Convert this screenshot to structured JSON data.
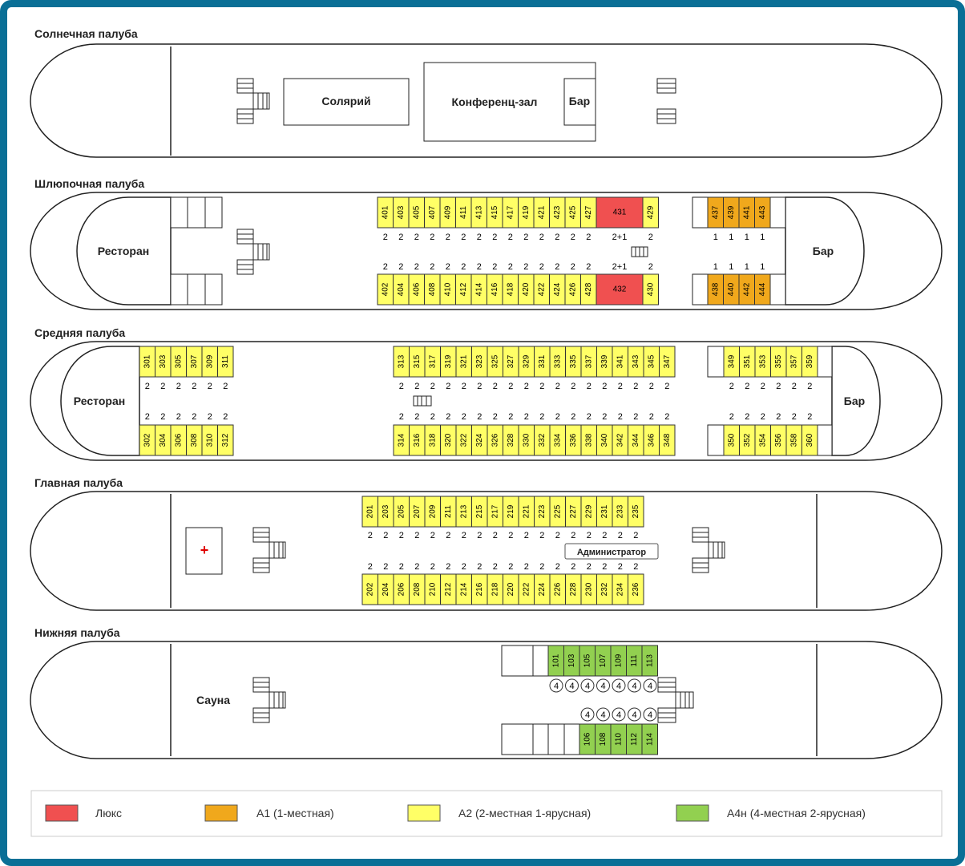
{
  "colors": {
    "lux": "#f05050",
    "a1": "#f0a81c",
    "a2": "#ffff66",
    "a4": "#92d050",
    "frame": "#0a6f96"
  },
  "decks": {
    "sun": {
      "title": "Солнечная палуба",
      "solarium": "Солярий",
      "conference": "Конференц-зал",
      "bar": "Бар"
    },
    "boat": {
      "title": "Шлюпочная палуба",
      "restaurant": "Ресторан",
      "bar": "Бар",
      "top": [
        "401",
        "403",
        "405",
        "407",
        "409",
        "411",
        "413",
        "415",
        "417",
        "419",
        "421",
        "423",
        "425",
        "427"
      ],
      "bottom": [
        "402",
        "404",
        "406",
        "408",
        "410",
        "412",
        "414",
        "416",
        "418",
        "420",
        "422",
        "424",
        "426",
        "428"
      ],
      "lux_top": "431",
      "lux_bottom": "432",
      "end_top": "429",
      "end_bottom": "430",
      "a1_top": [
        "437",
        "439",
        "441",
        "443"
      ],
      "a1_bottom": [
        "438",
        "440",
        "442",
        "444"
      ],
      "cap_two": "2",
      "cap_lux": "2+1",
      "cap_one": "1"
    },
    "middle": {
      "title": "Средняя палуба",
      "restaurant": "Ресторан",
      "bar": "Бар",
      "fwd_top": [
        "301",
        "303",
        "305",
        "307",
        "309",
        "311"
      ],
      "fwd_bottom": [
        "302",
        "304",
        "306",
        "308",
        "310",
        "312"
      ],
      "mid_top": [
        "313",
        "315",
        "317",
        "319",
        "321",
        "323",
        "325",
        "327",
        "329",
        "331",
        "333",
        "335",
        "337",
        "339",
        "341",
        "343",
        "345",
        "347"
      ],
      "mid_bottom": [
        "314",
        "316",
        "318",
        "320",
        "322",
        "324",
        "326",
        "328",
        "330",
        "332",
        "334",
        "336",
        "338",
        "340",
        "342",
        "344",
        "346",
        "348"
      ],
      "aft_top": [
        "349",
        "351",
        "353",
        "355",
        "357",
        "359"
      ],
      "aft_bottom": [
        "350",
        "352",
        "354",
        "356",
        "358",
        "360"
      ],
      "cap": "2"
    },
    "main": {
      "title": "Главная палуба",
      "admin": "Администратор",
      "medical": "+",
      "top": [
        "201",
        "203",
        "205",
        "207",
        "209",
        "211",
        "213",
        "215",
        "217",
        "219",
        "221",
        "223",
        "225",
        "227",
        "229",
        "231",
        "233",
        "235"
      ],
      "bottom": [
        "202",
        "204",
        "206",
        "208",
        "210",
        "212",
        "214",
        "216",
        "218",
        "220",
        "222",
        "224",
        "226",
        "228",
        "230",
        "232",
        "234",
        "236"
      ],
      "cap": "2"
    },
    "lower": {
      "title": "Нижняя палуба",
      "sauna": "Сауна",
      "top": [
        "101",
        "103",
        "105",
        "107",
        "109",
        "111",
        "113"
      ],
      "bottom": [
        "106",
        "108",
        "110",
        "112",
        "114"
      ],
      "cap": "4"
    }
  },
  "legend": [
    {
      "label": "Люкс",
      "color": "#f05050"
    },
    {
      "label": "А1 (1-местная)",
      "color": "#f0a81c"
    },
    {
      "label": "А2 (2-местная 1-ярусная)",
      "color": "#ffff66"
    },
    {
      "label": "А4н (4-местная 2-ярусная)",
      "color": "#92d050"
    }
  ]
}
